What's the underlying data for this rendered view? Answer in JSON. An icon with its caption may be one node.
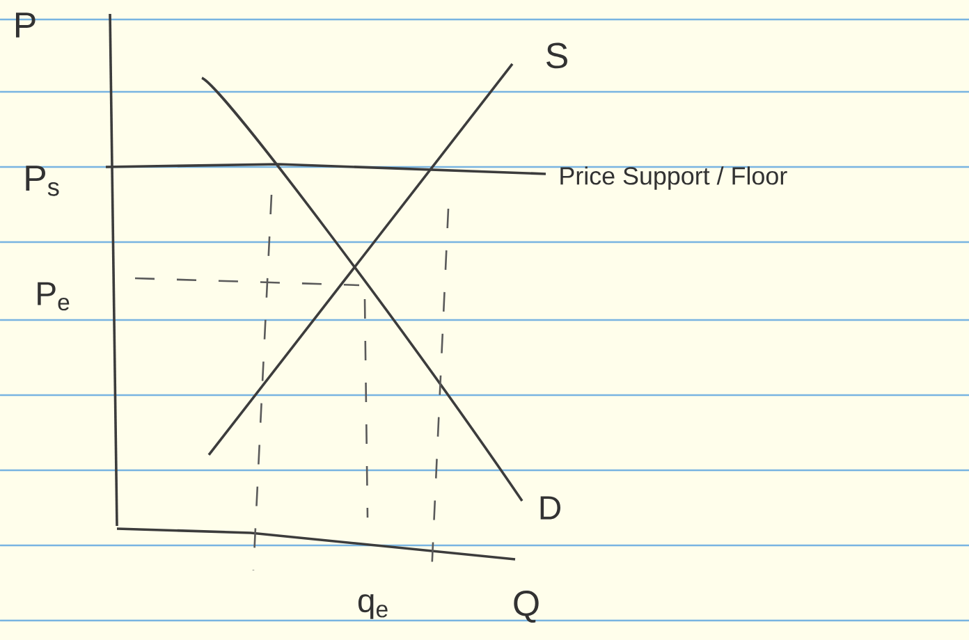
{
  "diagram": {
    "labels": [
      "P",
      "S",
      "P$_{s}$",
      "Price Support / Floor",
      "P$_{e}$",
      "D",
      "q$_{e}$",
      "Q"
    ]
  }
}
